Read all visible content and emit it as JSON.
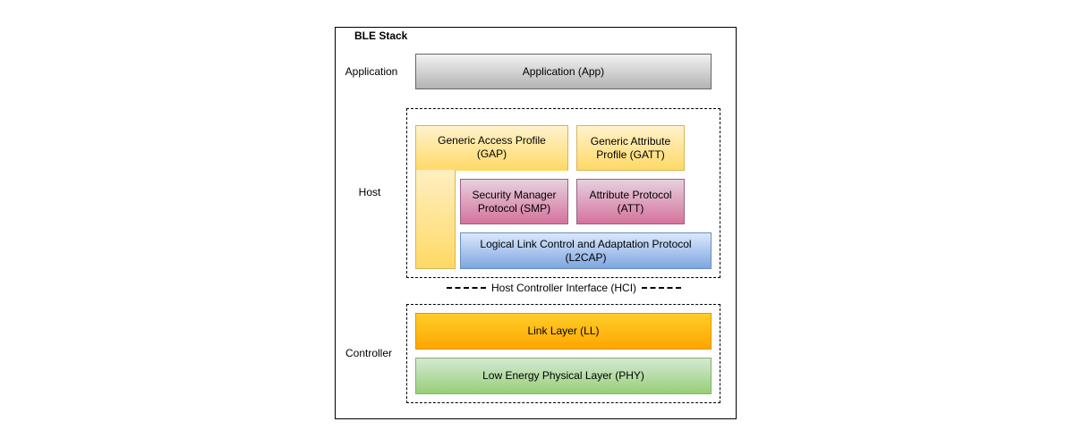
{
  "diagram": {
    "title": "BLE Stack",
    "layers": {
      "application": "Application",
      "host": "Host",
      "controller": "Controller"
    },
    "blocks": {
      "app": "Application (App)",
      "gap": "Generic Access Profile\n(GAP)",
      "gatt": "Generic Attribute\nProfile (GATT)",
      "smp": "Security Manager\nProtocol (SMP)",
      "att": "Attribute Protocol\n(ATT)",
      "l2cap": "Logical Link Control and Adaptation Protocol\n(L2CAP)",
      "ll": "Link Layer (LL)",
      "phy": "Low Energy Physical Layer (PHY)"
    },
    "hci": "Host Controller Interface (HCI)"
  },
  "colors": {
    "app_fill": "#d5d5d5",
    "app_border": "#666666",
    "gap_fill": "#ffe599",
    "gap_border": "#d6b656",
    "smp_fill": "#e6a0c4",
    "smp_border": "#996185",
    "l2cap_fill": "#b6cff0",
    "l2cap_border": "#6c8ebf",
    "ll_fill": "#ffb300",
    "ll_border": "#d79b00",
    "phy_fill": "#c6e3b0",
    "phy_border": "#82b366"
  }
}
